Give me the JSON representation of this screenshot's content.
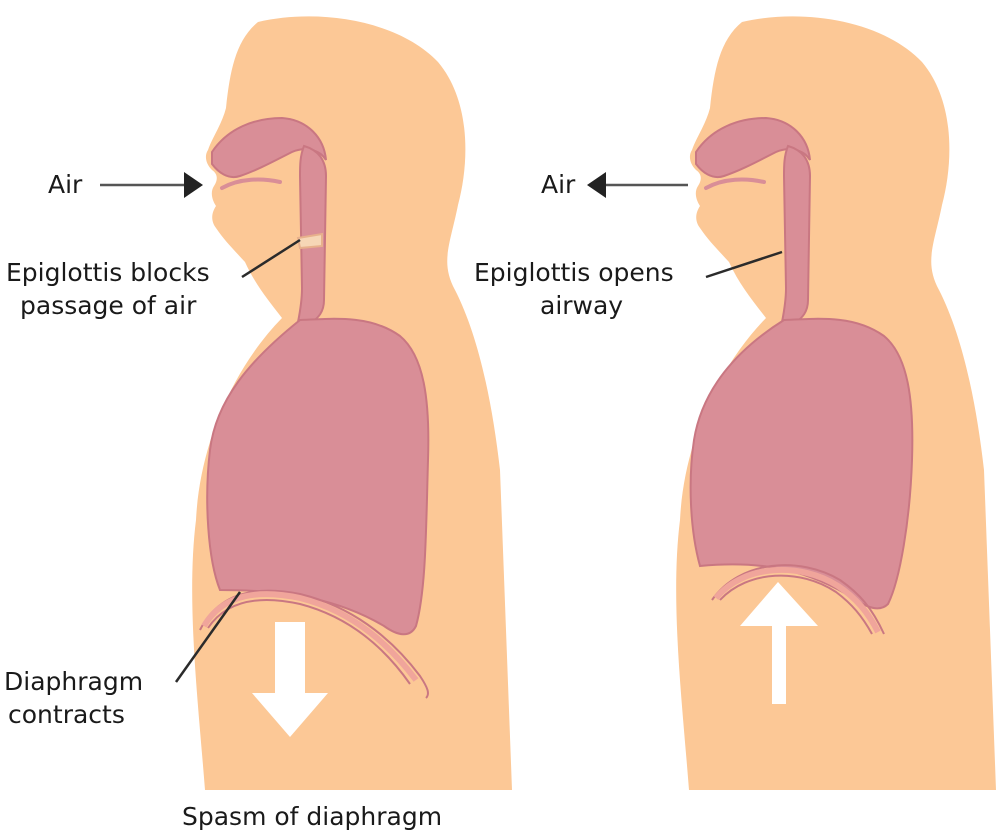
{
  "colors": {
    "skin": "#fcc896",
    "lung": "#d98e97",
    "lung_outline": "#c97782",
    "diaphragm": "#f0a59b",
    "arrow_fill": "#ffffff",
    "text": "#1a1a1a"
  },
  "left": {
    "air_label": "Air",
    "epiglottis_label": [
      "Epiglottis blocks",
      "passage of air"
    ],
    "diaphragm_label": [
      "Diaphragm",
      "contracts"
    ],
    "air_arrow_direction": "inward",
    "diaphragm_arrow_direction": "down"
  },
  "right": {
    "air_label": "Air",
    "epiglottis_label": [
      "Epiglottis opens",
      "airway"
    ],
    "air_arrow_direction": "outward",
    "diaphragm_arrow_direction": "up"
  },
  "caption": "Spasm of diaphragm"
}
